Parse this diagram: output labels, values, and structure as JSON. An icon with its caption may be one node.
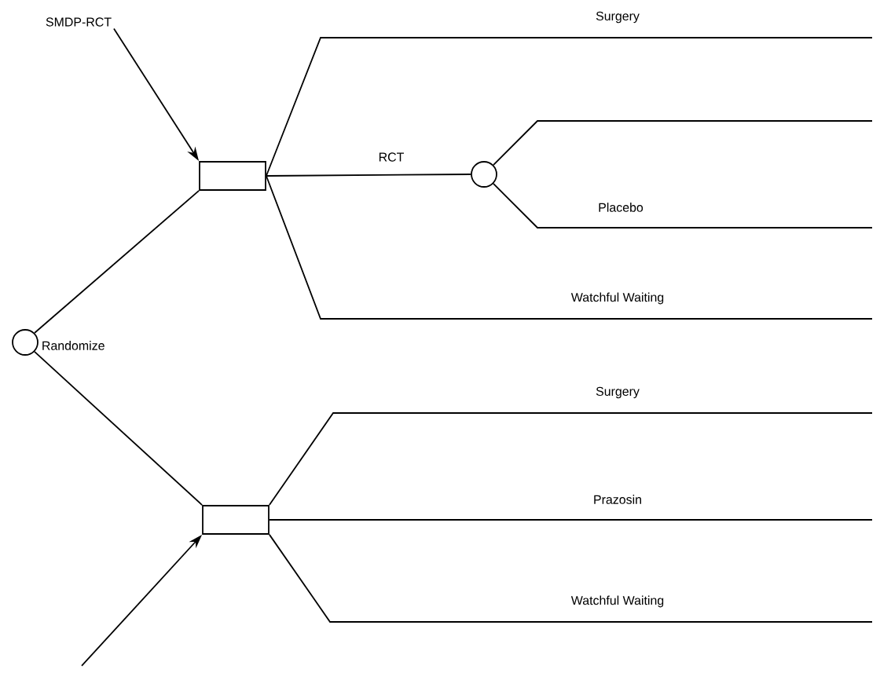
{
  "diagram": {
    "nodes": [
      {
        "text": [
          "SMDP-RCT"
        ]
      },
      {
        "text": [],
        "shape": "circle",
        "beside": [
          "Randomize"
        ]
      },
      {
        "text": [],
        "shape": "box"
      },
      {
        "text": [],
        "shape": "box"
      },
      {
        "text": [],
        "shape": "circle"
      }
    ],
    "edges": [
      {
        "from": 0,
        "to": 2,
        "arrow": "to"
      },
      {
        "from": null,
        "to": 3,
        "arrow": "to"
      },
      {
        "from": 1,
        "to": 2,
        "arrow": "none"
      },
      {
        "from": 1,
        "to": 3,
        "arrow": "none"
      },
      {
        "from": 2,
        "to": 4,
        "arrow": "none",
        "label": "RCT"
      },
      {
        "from": 2,
        "to": null,
        "arrow": "none",
        "label": "Surgery"
      },
      {
        "from": 2,
        "to": null,
        "arrow": "none",
        "label": "Watchful Waiting"
      },
      {
        "from": 4,
        "to": null,
        "arrow": "none"
      },
      {
        "from": 4,
        "to": null,
        "arrow": "none",
        "label": "Placebo"
      },
      {
        "from": 3,
        "to": null,
        "arrow": "none",
        "label": "Surgery"
      },
      {
        "from": 3,
        "to": null,
        "arrow": "none",
        "label": "Prazosin"
      },
      {
        "from": 3,
        "to": null,
        "arrow": "none",
        "label": "Watchful Waiting"
      }
    ]
  }
}
